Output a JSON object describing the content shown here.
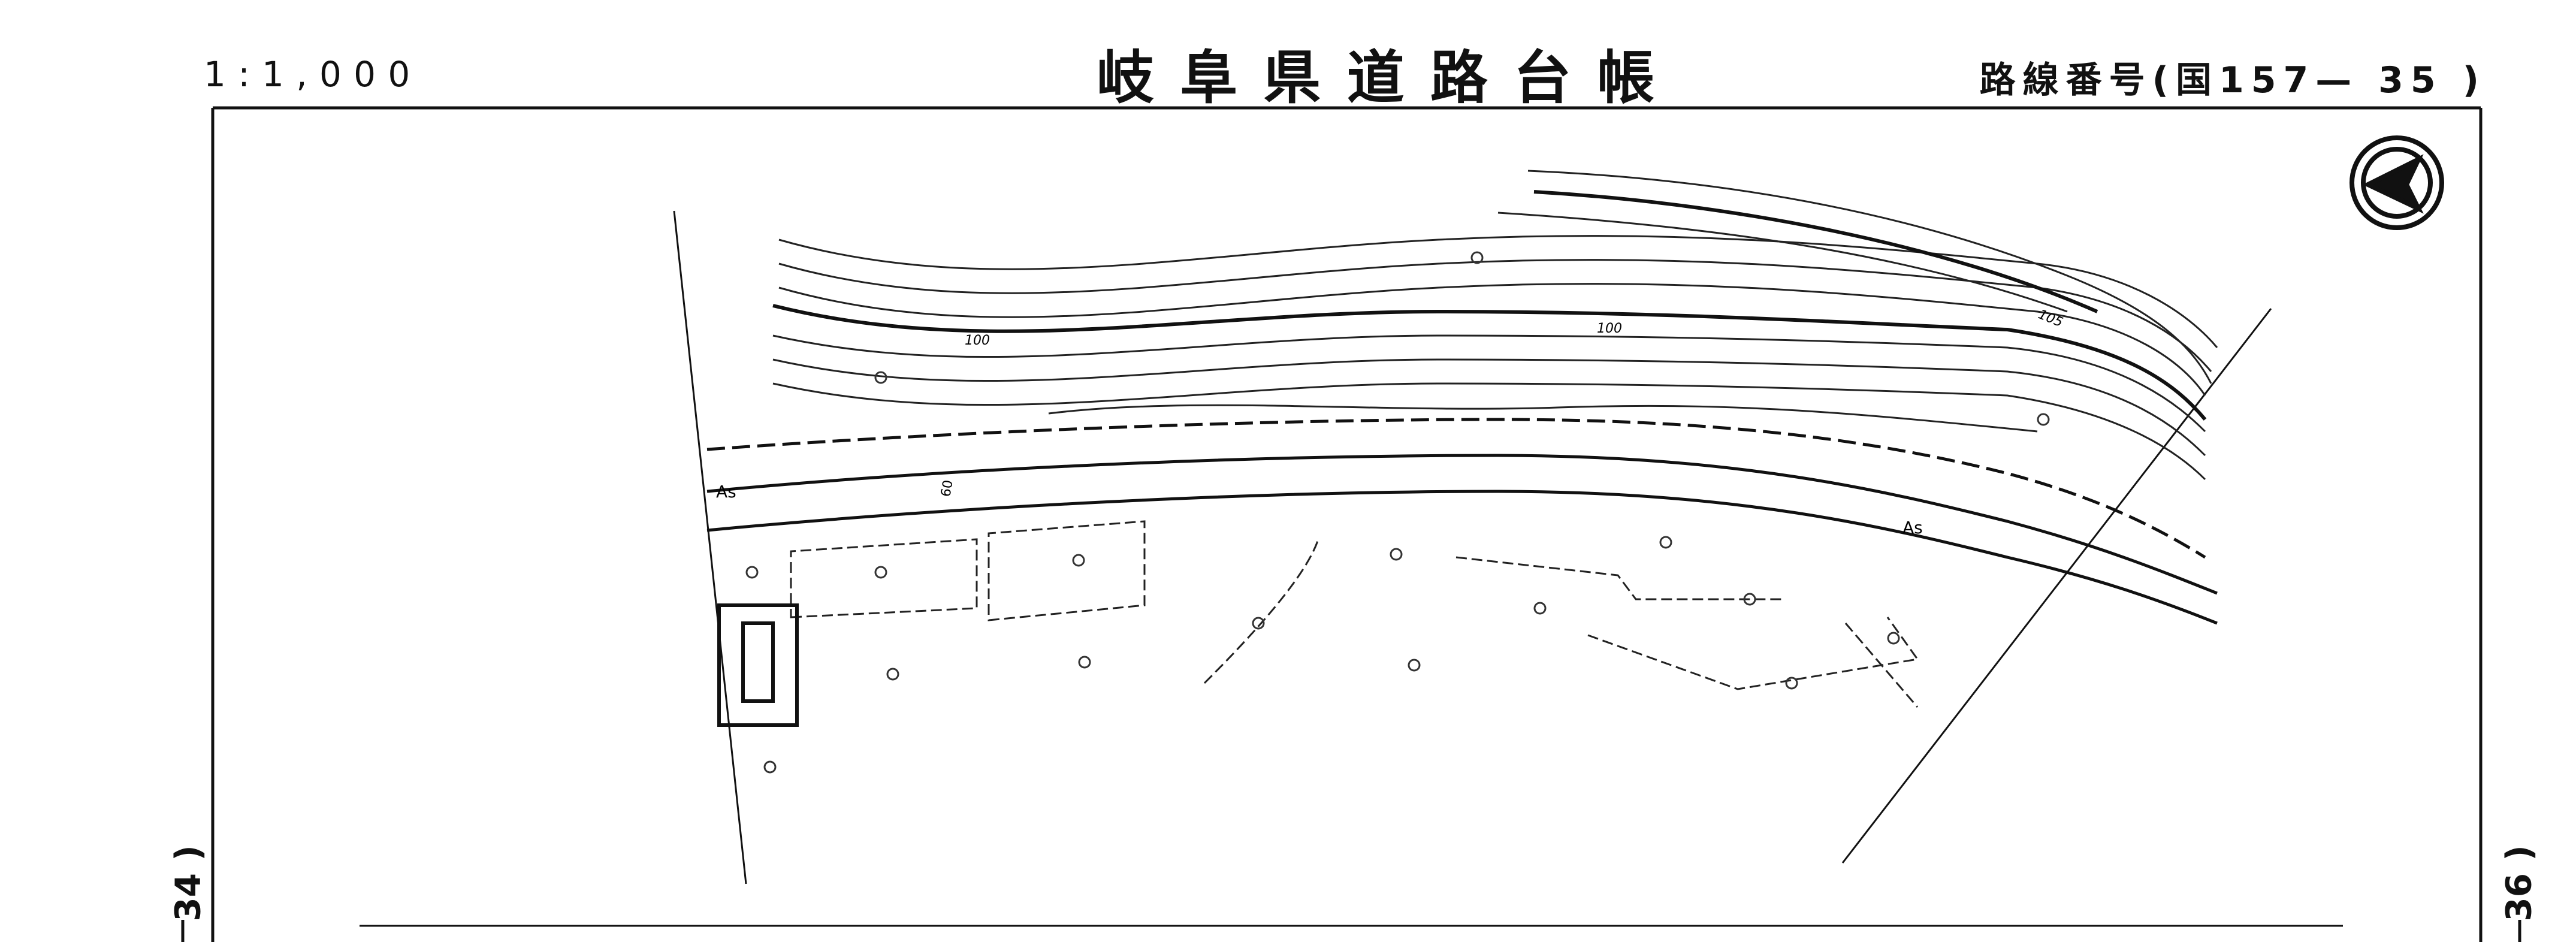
{
  "header": {
    "scale": "1:1,000",
    "title": "岐阜県道路台帳",
    "route": "路線番号(国157— 35 )"
  },
  "sheet_refs": {
    "previous": "34 )",
    "next": "36 )"
  },
  "map": {
    "contour_labels": [
      "100",
      "100",
      "105"
    ],
    "road_label_1": "As",
    "road_label_2": "As",
    "elevation_mark": "60",
    "north_icon": "north-arrow-icon"
  }
}
